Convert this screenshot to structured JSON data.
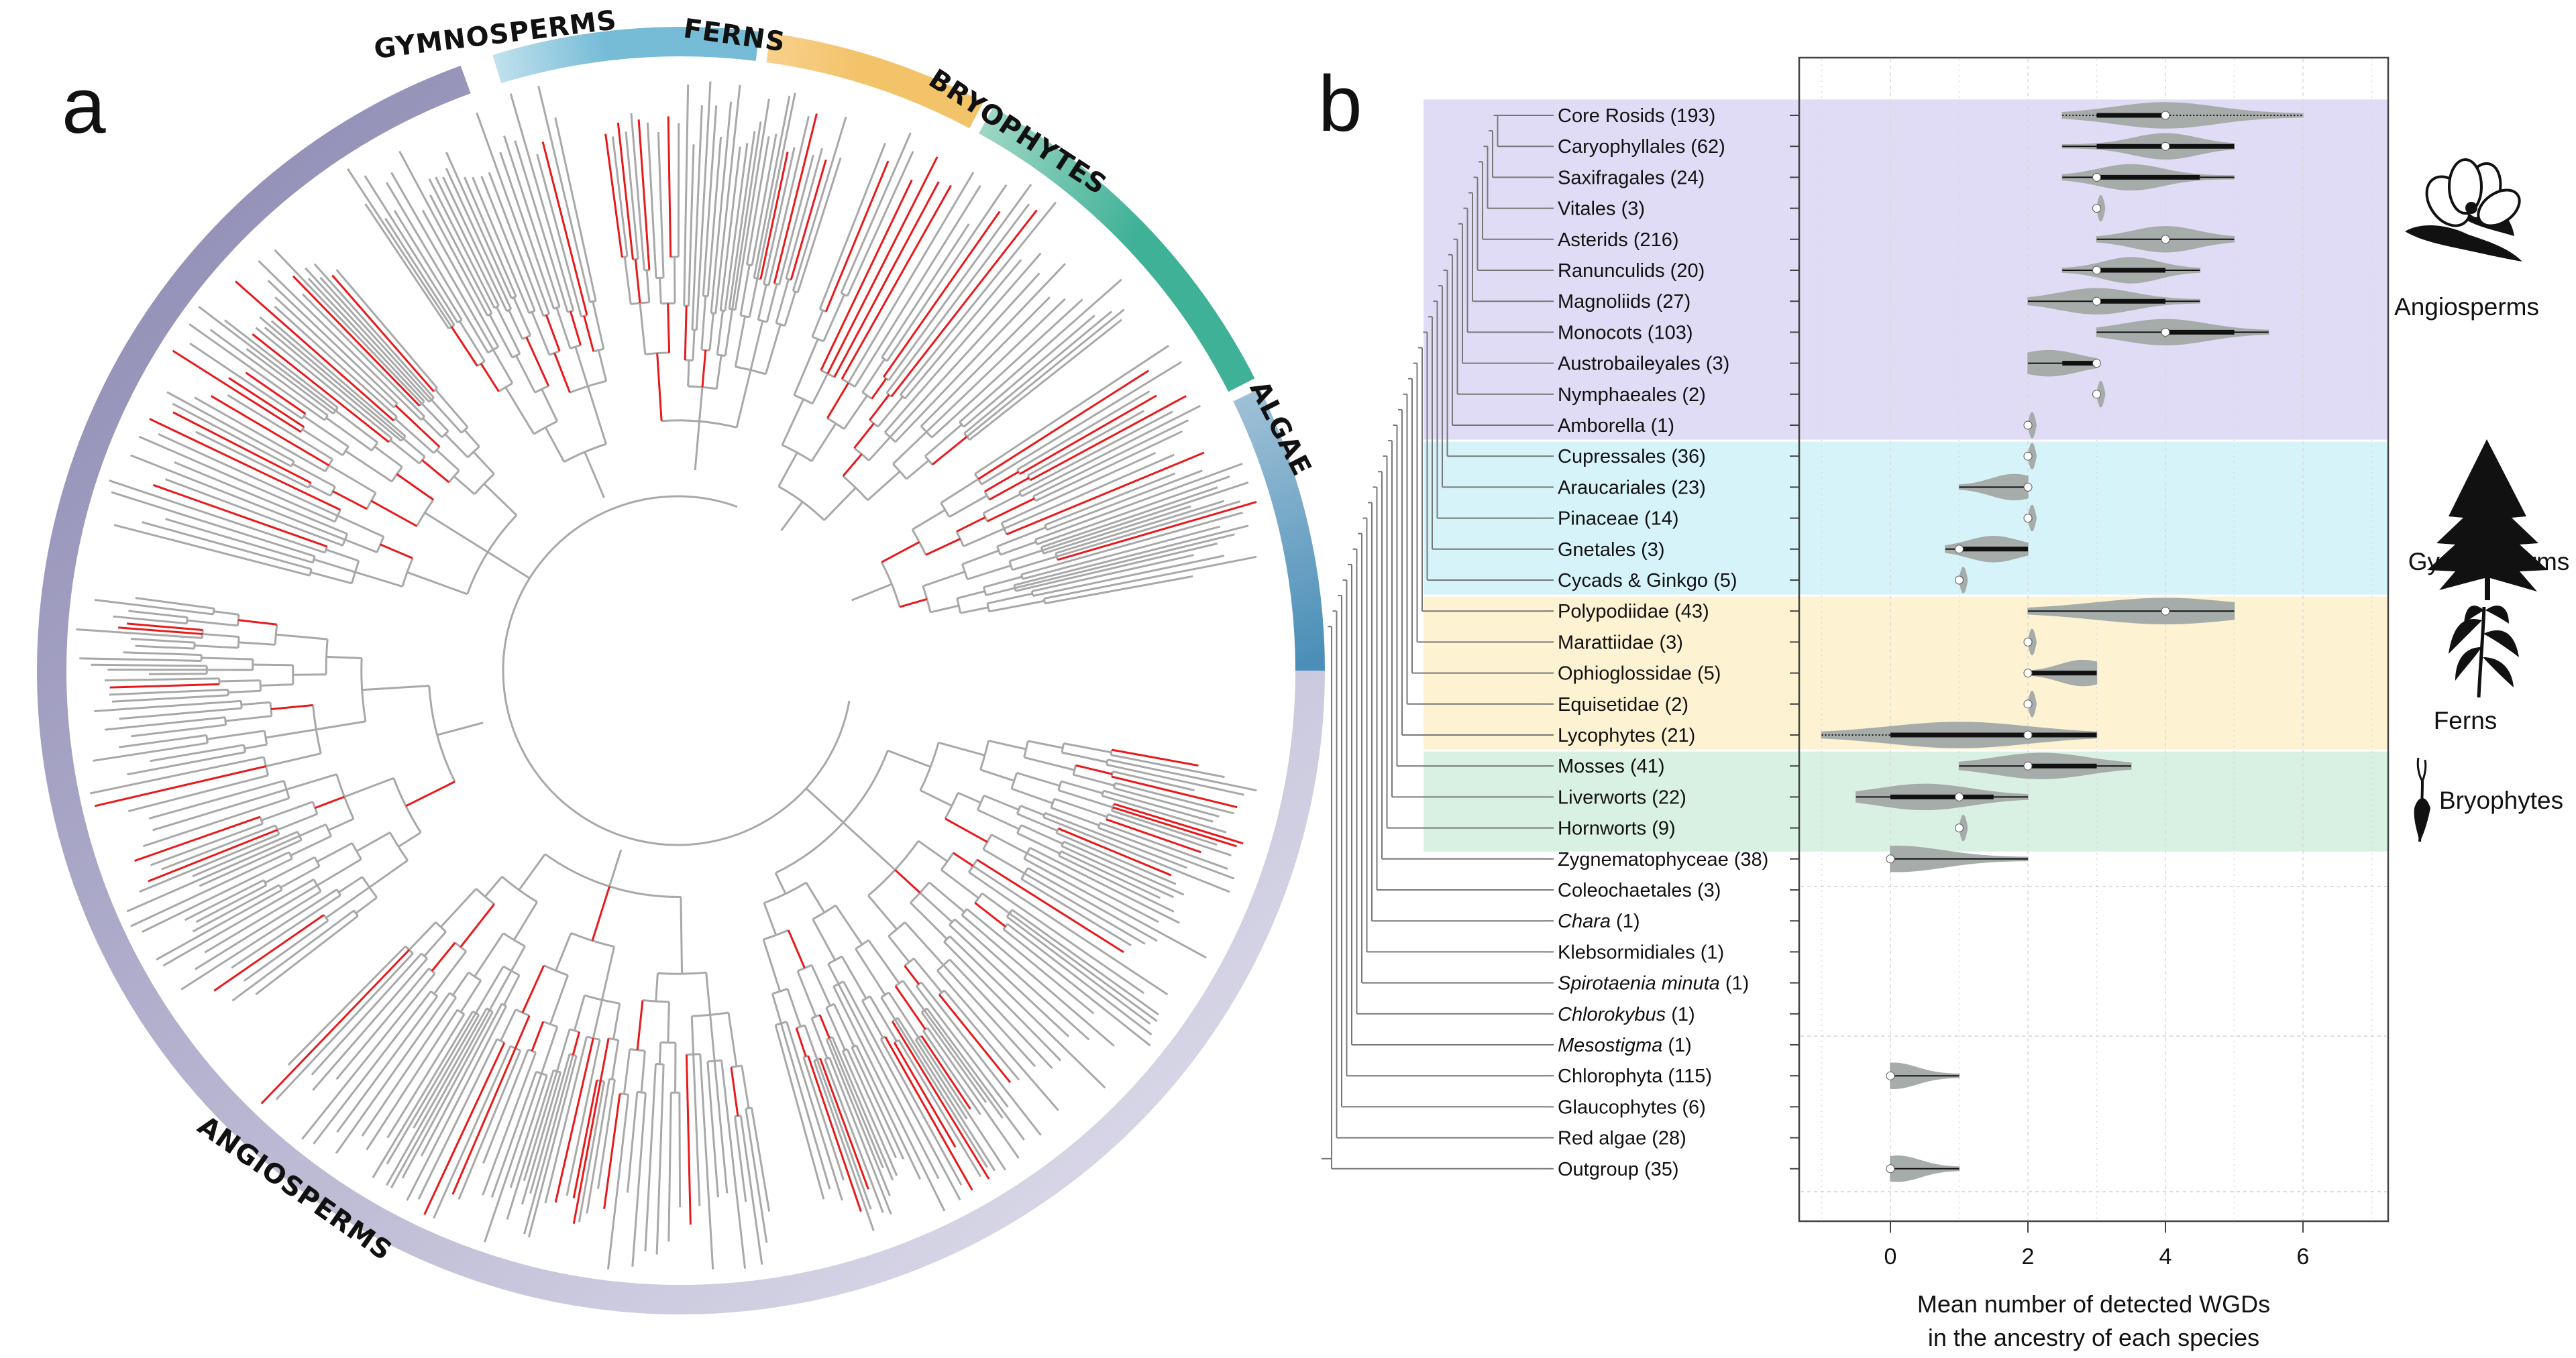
{
  "panel_a": {
    "letter": "a",
    "ring_labels": {
      "gymnosperms": "GYMNOSPERMS",
      "ferns": "FERNS",
      "bryophytes": "BRYOPHYTES",
      "algae": "ALGAE",
      "angiosperms": "ANGIOSPERMS"
    },
    "colors": {
      "tree_branch": "#a8a8a8",
      "wgd_branch": "#e8191b",
      "ring_angiosperms": "#9c9ac0",
      "ring_gymnosperms": "#76bcd7",
      "ring_ferns": "#f3c36a",
      "ring_bryophytes": "#3fb196",
      "ring_algae": "#4b8fb8"
    }
  },
  "panel_b": {
    "letter": "b",
    "xlabel_line1": "Mean number of detected WGDs",
    "xlabel_line2": "in the ancestry of each species",
    "groups": {
      "angiosperms": "Angiosperms",
      "gymnosperms": "Gymnosperms",
      "ferns": "Ferns",
      "bryophytes": "Bryophytes"
    },
    "band_colors": {
      "angiosperms": "#e0dcf5",
      "gymnosperms": "#d6f3fa",
      "ferns": "#fdf3d2",
      "bryophytes": "#d9f1e2"
    },
    "violin_color": "#a6acaa"
  },
  "chart_data": {
    "type": "violin",
    "xlim": [
      -1.3,
      7.3
    ],
    "x_ticks": [
      0,
      2,
      4,
      6
    ],
    "xlabel": "Mean number of detected WGDs in the ancestry of each species",
    "rows": [
      {
        "label": "Core Rosids (193)",
        "group": "angiosperms",
        "min": 2.5,
        "q1": 3.0,
        "median": 4.0,
        "q3": 4.0,
        "max": 6.0,
        "spread": 2.2,
        "peak": 4.0
      },
      {
        "label": "Caryophyllales (62)",
        "group": "angiosperms",
        "min": 2.5,
        "q1": 3.0,
        "median": 4.0,
        "q3": 5.0,
        "max": 5.0,
        "spread": 1.4,
        "peak": 4.0
      },
      {
        "label": "Saxifragales (24)",
        "group": "angiosperms",
        "min": 2.5,
        "q1": 3.0,
        "median": 3.0,
        "q3": 4.5,
        "max": 5.0,
        "spread": 1.4,
        "peak": 3.5
      },
      {
        "label": "Vitales (3)",
        "group": "angiosperms",
        "min": 3.0,
        "q1": 3.0,
        "median": 3.0,
        "q3": 3.0,
        "max": 3.0,
        "spread": 0.15,
        "peak": 3.0
      },
      {
        "label": "Asterids (216)",
        "group": "angiosperms",
        "min": 3.0,
        "q1": 4.0,
        "median": 4.0,
        "q3": 4.0,
        "max": 5.0,
        "spread": 1.4,
        "peak": 4.0
      },
      {
        "label": "Ranunculids (20)",
        "group": "angiosperms",
        "min": 2.5,
        "q1": 3.0,
        "median": 3.0,
        "q3": 4.0,
        "max": 4.5,
        "spread": 1.2,
        "peak": 3.5
      },
      {
        "label": "Magnoliids (27)",
        "group": "angiosperms",
        "min": 2.0,
        "q1": 3.0,
        "median": 3.0,
        "q3": 4.0,
        "max": 4.5,
        "spread": 1.6,
        "peak": 3.0
      },
      {
        "label": "Monocots (103)",
        "group": "angiosperms",
        "min": 3.0,
        "q1": 4.0,
        "median": 4.0,
        "q3": 5.0,
        "max": 5.5,
        "spread": 1.8,
        "peak": 4.0
      },
      {
        "label": "Austrobaileyales (3)",
        "group": "angiosperms",
        "min": 2.0,
        "q1": 2.5,
        "median": 3.0,
        "q3": 3.0,
        "max": 3.0,
        "spread": 1.3,
        "peak": 2.3
      },
      {
        "label": "Nymphaeales (2)",
        "group": "angiosperms",
        "min": 3.0,
        "q1": 3.0,
        "median": 3.0,
        "q3": 3.0,
        "max": 3.0,
        "spread": 0.15,
        "peak": 3.0
      },
      {
        "label": "Amborella (1)",
        "group": "angiosperms",
        "min": 2.0,
        "q1": 2.0,
        "median": 2.0,
        "q3": 2.0,
        "max": 2.0,
        "spread": 0.15,
        "peak": 2.0
      },
      {
        "label": "Cupressales (36)",
        "group": "gymnosperms",
        "min": 2.0,
        "q1": 2.0,
        "median": 2.0,
        "q3": 2.0,
        "max": 2.0,
        "spread": 0.08,
        "peak": 2.0
      },
      {
        "label": "Araucariales (23)",
        "group": "gymnosperms",
        "min": 1.0,
        "q1": 2.0,
        "median": 2.0,
        "q3": 2.0,
        "max": 2.0,
        "spread": 1.0,
        "peak": 1.8
      },
      {
        "label": "Pinaceae (14)",
        "group": "gymnosperms",
        "min": 2.0,
        "q1": 2.0,
        "median": 2.0,
        "q3": 2.0,
        "max": 2.0,
        "spread": 0.1,
        "peak": 2.0
      },
      {
        "label": "Gnetales (3)",
        "group": "gymnosperms",
        "min": 0.8,
        "q1": 1.0,
        "median": 1.0,
        "q3": 2.0,
        "max": 2.0,
        "spread": 1.1,
        "peak": 1.5
      },
      {
        "label": "Cycads & Ginkgo (5)",
        "group": "gymnosperms",
        "min": 1.0,
        "q1": 1.0,
        "median": 1.0,
        "q3": 1.0,
        "max": 1.0,
        "spread": 0.15,
        "peak": 1.0
      },
      {
        "label": "Polypodiidae (43)",
        "group": "ferns",
        "min": 2.0,
        "q1": 4.0,
        "median": 4.0,
        "q3": 4.0,
        "max": 5.0,
        "spread": 3.0,
        "peak": 4.0
      },
      {
        "label": "Marattiidae (3)",
        "group": "ferns",
        "min": 2.0,
        "q1": 2.0,
        "median": 2.0,
        "q3": 2.0,
        "max": 2.0,
        "spread": 0.15,
        "peak": 2.0
      },
      {
        "label": "Ophioglossidae (5)",
        "group": "ferns",
        "min": 2.0,
        "q1": 2.0,
        "median": 2.0,
        "q3": 3.0,
        "max": 3.0,
        "spread": 1.0,
        "peak": 2.8
      },
      {
        "label": "Equisetidae (2)",
        "group": "ferns",
        "min": 2.0,
        "q1": 2.0,
        "median": 2.0,
        "q3": 2.0,
        "max": 2.0,
        "spread": 0.15,
        "peak": 2.0
      },
      {
        "label": "Lycophytes (21)",
        "group": "ferns",
        "min": -1.0,
        "q1": 0.0,
        "median": 2.0,
        "q3": 3.0,
        "max": 3.0,
        "spread": 3.0,
        "peak": 1.0
      },
      {
        "label": "Mosses (41)",
        "group": "bryophytes",
        "min": 1.0,
        "q1": 2.0,
        "median": 2.0,
        "q3": 3.0,
        "max": 3.5,
        "spread": 2.0,
        "peak": 2.2
      },
      {
        "label": "Liverworts (22)",
        "group": "bryophytes",
        "min": -0.5,
        "q1": 0.0,
        "median": 1.0,
        "q3": 1.5,
        "max": 2.0,
        "spread": 2.0,
        "peak": 0.5
      },
      {
        "label": "Hornworts (9)",
        "group": "bryophytes",
        "min": 1.0,
        "q1": 1.0,
        "median": 1.0,
        "q3": 1.0,
        "max": 1.0,
        "spread": 0.12,
        "peak": 1.0
      },
      {
        "label": "Zygnematophyceae (38)",
        "group": "algae",
        "min": 0.0,
        "q1": 0.0,
        "median": 0.0,
        "q3": 0.0,
        "max": 2.0,
        "spread": 2.0,
        "peak": 0.1
      },
      {
        "label": "Coleochaetales (3)",
        "group": "algae"
      },
      {
        "label": "Chara (1)",
        "group": "algae",
        "italic": true
      },
      {
        "label": "Klebsormidiales (1)",
        "group": "algae"
      },
      {
        "label": "Spirotaenia minuta (1)",
        "group": "algae",
        "italic": true
      },
      {
        "label": "Chlorokybus (1)",
        "group": "algae",
        "italic": true
      },
      {
        "label": "Mesostigma (1)",
        "group": "algae",
        "italic": true
      },
      {
        "label": "Chlorophyta (115)",
        "group": "algae",
        "min": 0.0,
        "q1": 0.0,
        "median": 0.0,
        "q3": 0.0,
        "max": 1.0,
        "spread": 1.0,
        "peak": 0.05
      },
      {
        "label": "Glaucophytes (6)",
        "group": "algae"
      },
      {
        "label": "Red algae (28)",
        "group": "algae"
      },
      {
        "label": "Outgroup (35)",
        "group": "algae",
        "min": 0.0,
        "q1": 0.0,
        "median": 0.0,
        "q3": 0.0,
        "max": 1.0,
        "spread": 1.0,
        "peak": 0.1
      }
    ]
  }
}
